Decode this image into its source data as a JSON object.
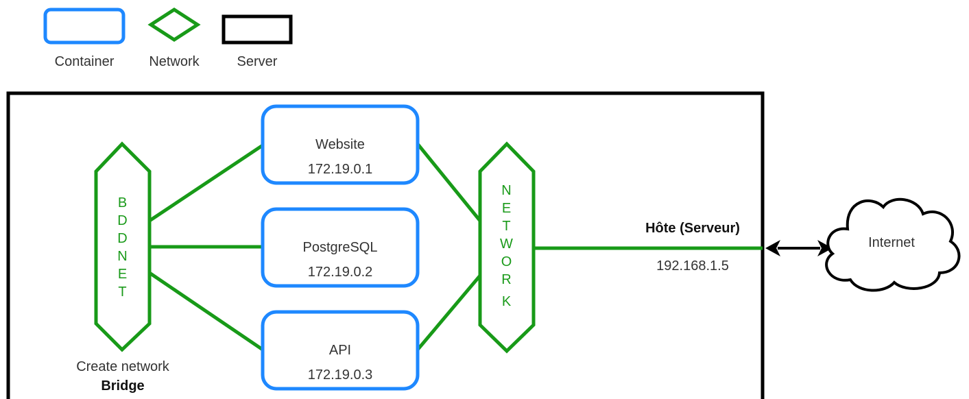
{
  "legend": {
    "container_label": "Container",
    "network_label": "Network",
    "server_label": "Server"
  },
  "bridge": {
    "letters": [
      "B",
      "D",
      "D",
      "N",
      "E",
      "T"
    ],
    "caption_line1": "Create network",
    "caption_line2": "Bridge"
  },
  "network": {
    "letters": [
      "N",
      "E",
      "T",
      "W",
      "O",
      "R",
      "K"
    ]
  },
  "containers": [
    {
      "name": "Website",
      "ip": "172.19.0.1"
    },
    {
      "name": "PostgreSQL",
      "ip": "172.19.0.2"
    },
    {
      "name": "API",
      "ip": "172.19.0.3"
    }
  ],
  "host": {
    "title": "Hôte (Serveur)",
    "ip": "192.168.1.5"
  },
  "internet": {
    "label": "Internet"
  },
  "colors": {
    "container": "#1e88ff",
    "network": "#189a18",
    "server": "#000000"
  }
}
